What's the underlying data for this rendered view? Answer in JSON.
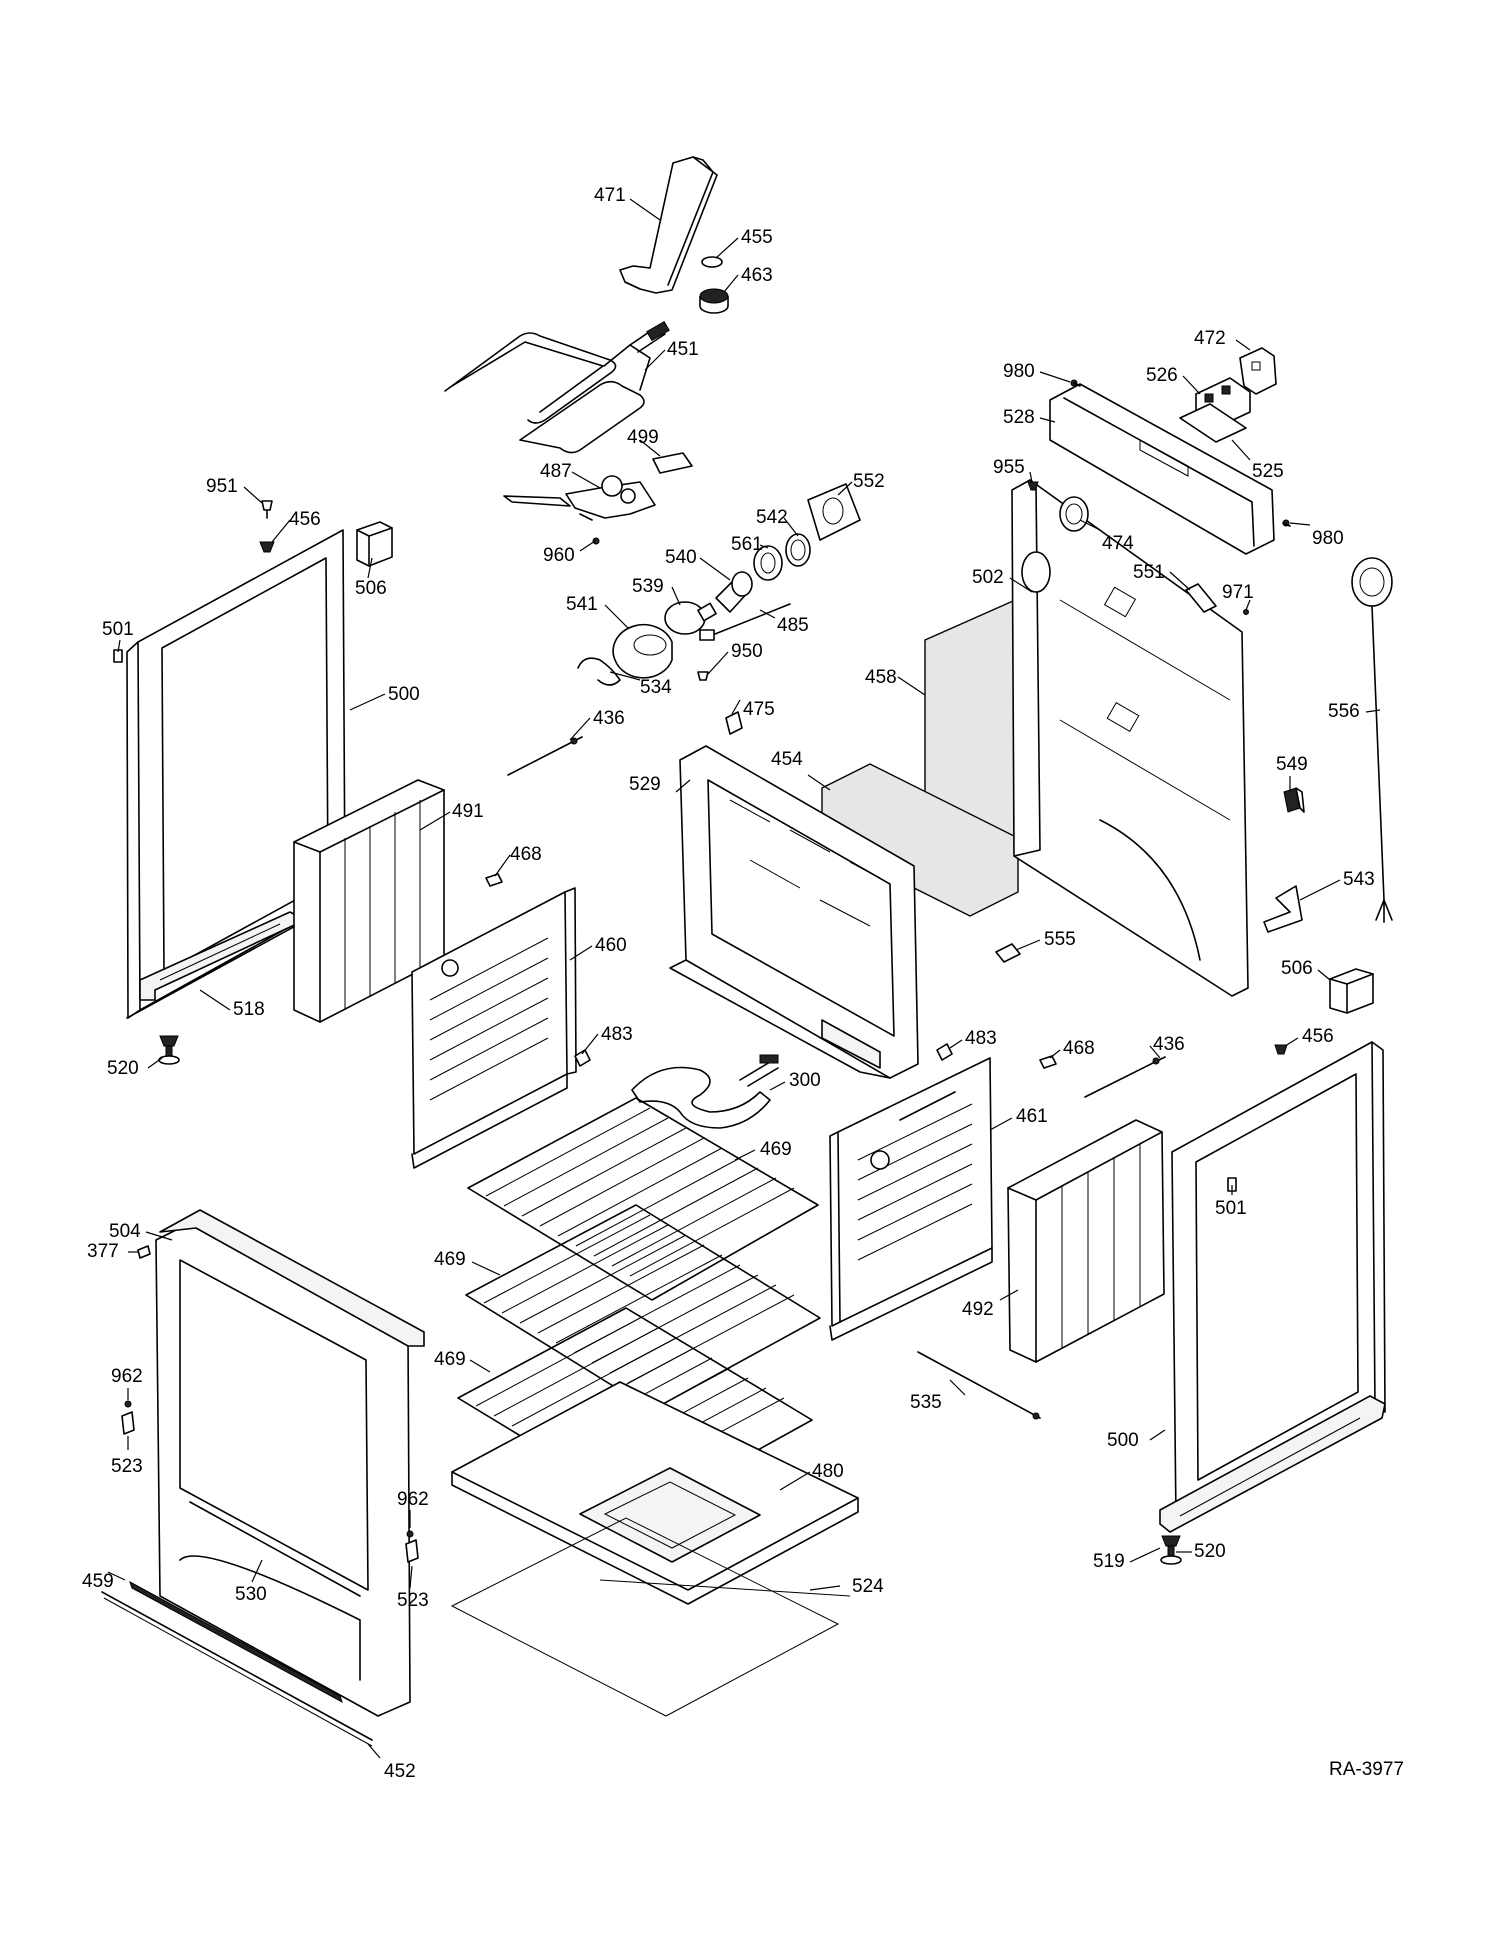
{
  "diagram_id": "RA-3977",
  "callouts": [
    {
      "id": "c01",
      "text": "471"
    },
    {
      "id": "c02",
      "text": "455"
    },
    {
      "id": "c03",
      "text": "463"
    },
    {
      "id": "c04",
      "text": "451"
    },
    {
      "id": "c05",
      "text": "499"
    },
    {
      "id": "c06",
      "text": "487"
    },
    {
      "id": "c07",
      "text": "960"
    },
    {
      "id": "c08",
      "text": "552"
    },
    {
      "id": "c09",
      "text": "542"
    },
    {
      "id": "c10",
      "text": "561"
    },
    {
      "id": "c11",
      "text": "540"
    },
    {
      "id": "c12",
      "text": "539"
    },
    {
      "id": "c13",
      "text": "541"
    },
    {
      "id": "c14",
      "text": "485"
    },
    {
      "id": "c15",
      "text": "950"
    },
    {
      "id": "c16",
      "text": "534"
    },
    {
      "id": "c17",
      "text": "951"
    },
    {
      "id": "c18",
      "text": "456"
    },
    {
      "id": "c19",
      "text": "506"
    },
    {
      "id": "c20",
      "text": "501"
    },
    {
      "id": "c21",
      "text": "500"
    },
    {
      "id": "c22",
      "text": "436"
    },
    {
      "id": "c23",
      "text": "491"
    },
    {
      "id": "c24",
      "text": "468"
    },
    {
      "id": "c25",
      "text": "518"
    },
    {
      "id": "c26",
      "text": "520"
    },
    {
      "id": "c27",
      "text": "460"
    },
    {
      "id": "c28",
      "text": "483"
    },
    {
      "id": "c29",
      "text": "472"
    },
    {
      "id": "c30",
      "text": "980"
    },
    {
      "id": "c31",
      "text": "526"
    },
    {
      "id": "c32",
      "text": "528"
    },
    {
      "id": "c33",
      "text": "525"
    },
    {
      "id": "c34",
      "text": "955"
    },
    {
      "id": "c35",
      "text": "474"
    },
    {
      "id": "c36",
      "text": "980"
    },
    {
      "id": "c37",
      "text": "502"
    },
    {
      "id": "c38",
      "text": "551"
    },
    {
      "id": "c39",
      "text": "971"
    },
    {
      "id": "c40",
      "text": "458"
    },
    {
      "id": "c41",
      "text": "556"
    },
    {
      "id": "c42",
      "text": "475"
    },
    {
      "id": "c43",
      "text": "529"
    },
    {
      "id": "c44",
      "text": "454"
    },
    {
      "id": "c45",
      "text": "549"
    },
    {
      "id": "c46",
      "text": "543"
    },
    {
      "id": "c47",
      "text": "555"
    },
    {
      "id": "c48",
      "text": "506"
    },
    {
      "id": "c49",
      "text": "483"
    },
    {
      "id": "c50",
      "text": "468"
    },
    {
      "id": "c51",
      "text": "436"
    },
    {
      "id": "c52",
      "text": "456"
    },
    {
      "id": "c53",
      "text": "300"
    },
    {
      "id": "c54",
      "text": "461"
    },
    {
      "id": "c55",
      "text": "469"
    },
    {
      "id": "c56",
      "text": "501"
    },
    {
      "id": "c57",
      "text": "504"
    },
    {
      "id": "c58",
      "text": "377"
    },
    {
      "id": "c59",
      "text": "469"
    },
    {
      "id": "c60",
      "text": "492"
    },
    {
      "id": "c61",
      "text": "469"
    },
    {
      "id": "c62",
      "text": "535"
    },
    {
      "id": "c63",
      "text": "962"
    },
    {
      "id": "c64",
      "text": "523"
    },
    {
      "id": "c65",
      "text": "480"
    },
    {
      "id": "c66",
      "text": "500"
    },
    {
      "id": "c67",
      "text": "962"
    },
    {
      "id": "c68",
      "text": "530"
    },
    {
      "id": "c69",
      "text": "459"
    },
    {
      "id": "c70",
      "text": "523"
    },
    {
      "id": "c71",
      "text": "524"
    },
    {
      "id": "c72",
      "text": "519"
    },
    {
      "id": "c73",
      "text": "520"
    },
    {
      "id": "c74",
      "text": "452"
    }
  ]
}
